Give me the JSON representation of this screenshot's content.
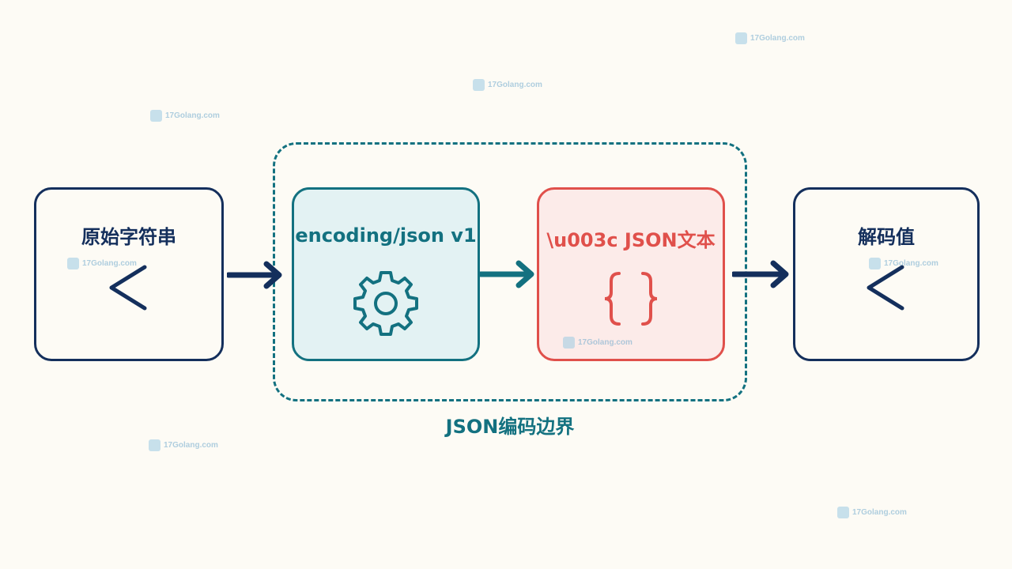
{
  "nodes": {
    "source": {
      "title": "原始字符串",
      "symbol": "<"
    },
    "encoder": {
      "title": "encoding/json v1",
      "icon": "gear-icon"
    },
    "json_text": {
      "title": "\\u003c JSON文本",
      "icon": "braces-icon"
    },
    "decoded": {
      "title": "解码值",
      "symbol": "<"
    }
  },
  "boundary": {
    "label": "JSON编码边界"
  },
  "watermark": {
    "text": "17Golang.com"
  },
  "colors": {
    "navy": "#142f5c",
    "teal": "#137180",
    "coral": "#e0504b",
    "teal_fill": "#e3f2f3",
    "coral_fill": "#fcebe9",
    "background": "#fdfbf5"
  }
}
